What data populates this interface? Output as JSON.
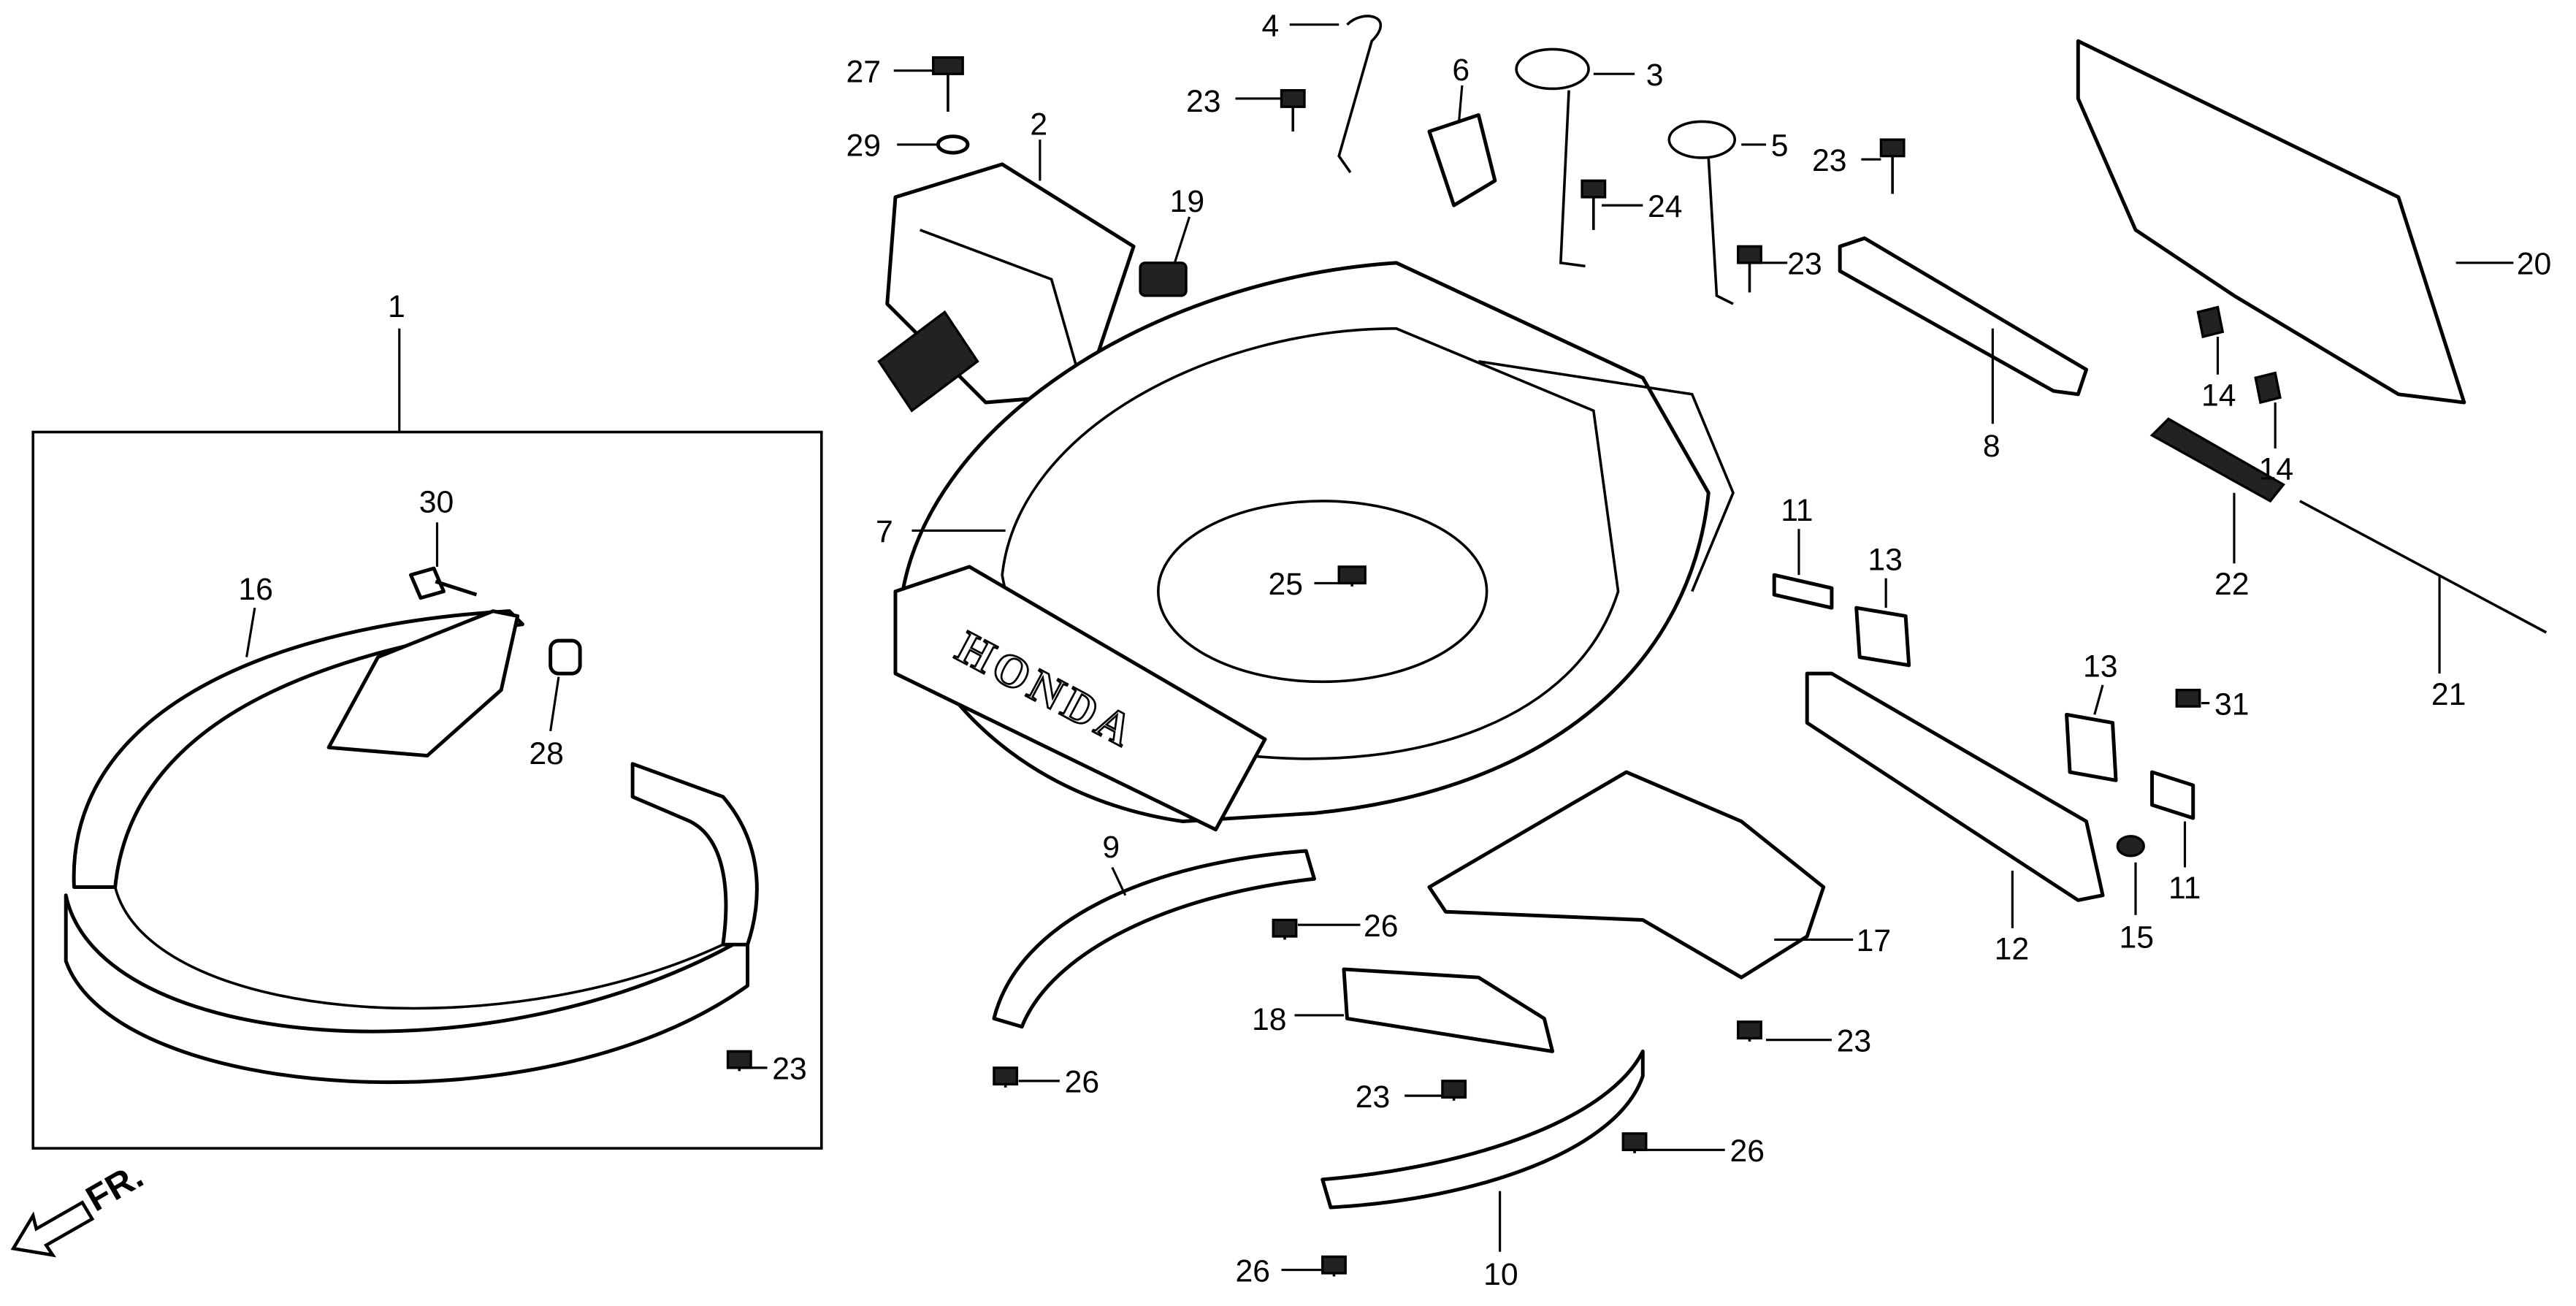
{
  "diagram": {
    "brand_text": "HONDA",
    "front_marker": "FR.",
    "callouts": [
      "27",
      "29",
      "2",
      "19",
      "4",
      "23",
      "6",
      "3",
      "5",
      "23",
      "24",
      "23",
      "20",
      "8",
      "14",
      "14",
      "1",
      "30",
      "16",
      "28",
      "7",
      "25",
      "11",
      "13",
      "22",
      "21",
      "13",
      "31",
      "11",
      "15",
      "12",
      "9",
      "26",
      "17",
      "18",
      "23",
      "26",
      "23",
      "23",
      "26",
      "10",
      "26"
    ]
  }
}
